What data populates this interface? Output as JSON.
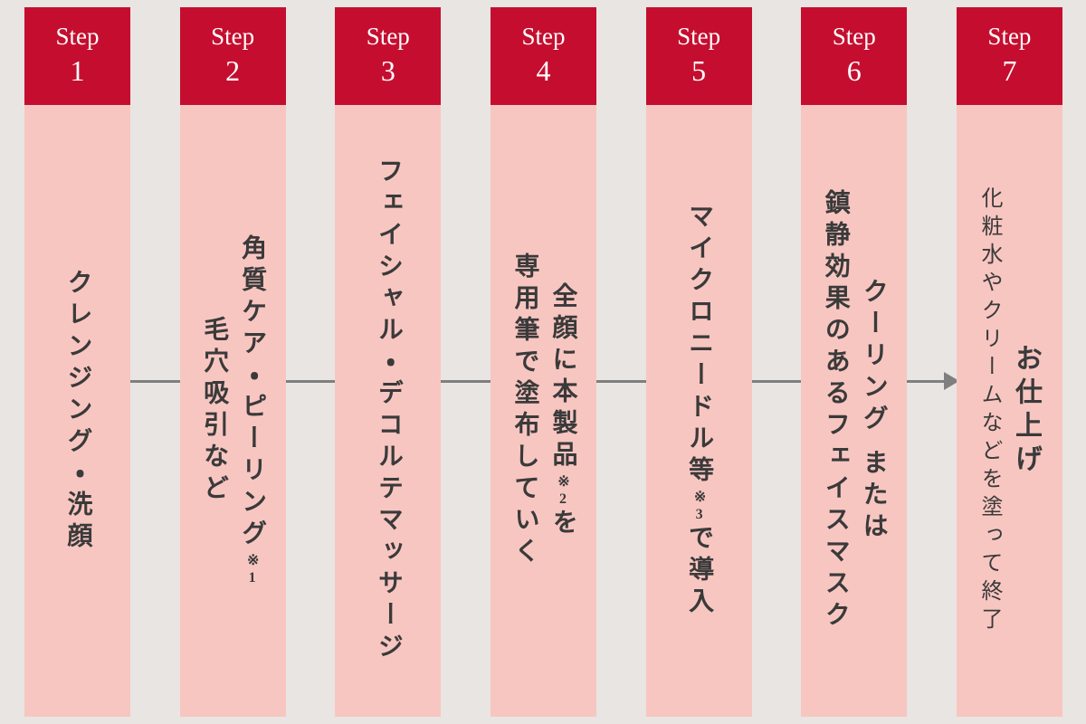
{
  "colors": {
    "background": "#e9e5e2",
    "header_red": "#c50e2f",
    "body_pink": "#f8c6c1",
    "header_text": "#ffffff",
    "body_text": "#3a3a3a",
    "arrow_gray": "#7f7f7f"
  },
  "arrow": {
    "type": "horizontal-flow-arrow",
    "direction": "right"
  },
  "steps": [
    {
      "label": "Step",
      "number": "1",
      "lines": [
        {
          "segments": [
            {
              "text": "クレンジング・洗顔"
            }
          ]
        }
      ]
    },
    {
      "label": "Step",
      "number": "2",
      "lines": [
        {
          "segments": [
            {
              "text": "角質ケア・ピーリング"
            },
            {
              "text": "※1",
              "small": true
            }
          ]
        },
        {
          "segments": [
            {
              "text": "毛穴吸引など"
            }
          ]
        }
      ]
    },
    {
      "label": "Step",
      "number": "3",
      "lines": [
        {
          "segments": [
            {
              "text": "フェイシャル・デコルテマッサージ"
            }
          ]
        }
      ]
    },
    {
      "label": "Step",
      "number": "4",
      "lines": [
        {
          "segments": [
            {
              "text": "全顔に本製品"
            },
            {
              "text": "※2",
              "small": true
            },
            {
              "text": "を"
            }
          ]
        },
        {
          "segments": [
            {
              "text": "専用筆で塗布していく"
            }
          ]
        }
      ]
    },
    {
      "label": "Step",
      "number": "5",
      "lines": [
        {
          "segments": [
            {
              "text": "マイクロニードル等"
            },
            {
              "text": "※3",
              "small": true
            },
            {
              "text": "で導入"
            }
          ]
        }
      ]
    },
    {
      "label": "Step",
      "number": "6",
      "lines": [
        {
          "segments": [
            {
              "text": "クーリング または"
            }
          ]
        },
        {
          "segments": [
            {
              "text": "鎮静効果のあるフェイスマスク"
            }
          ]
        }
      ]
    },
    {
      "label": "Step",
      "number": "7",
      "lines": [
        {
          "segments": [
            {
              "text": "お仕上げ"
            }
          ]
        },
        {
          "segments": [
            {
              "text": "化粧水やクリームなどを塗って終了"
            }
          ]
        }
      ]
    }
  ]
}
